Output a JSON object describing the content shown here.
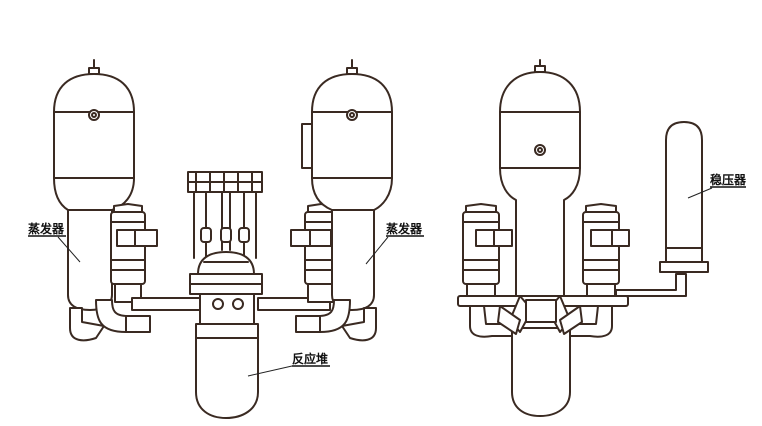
{
  "labels": {
    "steam_generator_left": "蒸发器",
    "steam_generator_right": "蒸发器",
    "reactor": "反应堆",
    "pressurizer": "稳压器"
  },
  "colors": {
    "stroke": "#3a2a22",
    "background": "#ffffff"
  }
}
